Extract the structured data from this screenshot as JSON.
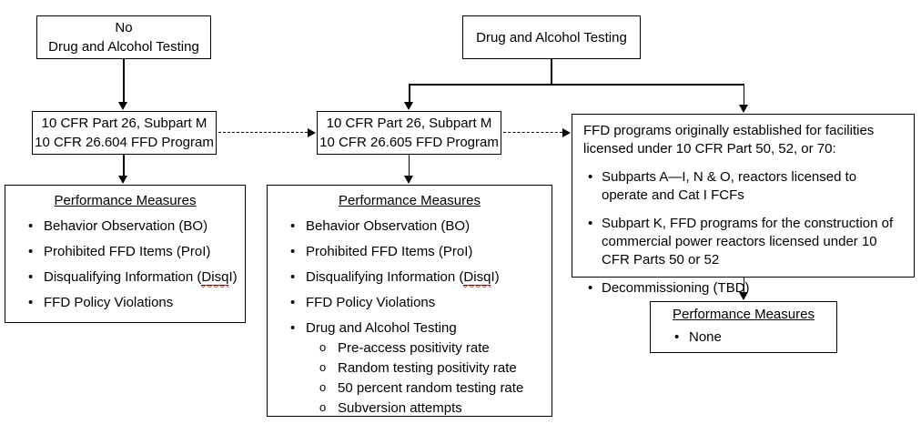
{
  "boxes": {
    "no_testing": {
      "line1": "No",
      "line2": "Drug and Alcohol Testing"
    },
    "testing": {
      "label": "Drug and Alcohol Testing"
    },
    "program_604": {
      "line1": "10 CFR Part 26, Subpart M",
      "line2": "10 CFR 26.604 FFD Program"
    },
    "program_605": {
      "line1": "10 CFR Part 26, Subpart M",
      "line2": "10 CFR 26.605 FFD Program"
    },
    "ffd_programs": {
      "intro": "FFD programs originally established for facilities licensed under 10 CFR Part 50, 52, or 70:",
      "bullets": [
        "Subparts A—I, N & O, reactors licensed to operate and Cat I FCFs",
        "Subpart K, FFD programs for the construction of commercial power reactors licensed under 10 CFR Parts 50 or 52",
        "Decommissioning (TBD)"
      ]
    },
    "perf_left": {
      "title": "Performance Measures",
      "bullets": [
        "Behavior Observation (BO)",
        "Prohibited FFD Items (ProI)",
        {
          "pre": "Disqualifying Information (",
          "misspelled": "Disq",
          "post": "I)"
        },
        "FFD Policy Violations"
      ]
    },
    "perf_mid": {
      "title": "Performance Measures",
      "bullets": [
        "Behavior Observation (BO)",
        "Prohibited FFD Items (ProI)",
        {
          "pre": "Disqualifying Information (",
          "misspelled": "Disq",
          "post": "I)"
        },
        "FFD Policy Violations",
        {
          "text": "Drug and Alcohol Testing",
          "sub": [
            "Pre-access positivity rate",
            "Random testing positivity rate",
            "50 percent random testing rate",
            "Subversion attempts"
          ]
        }
      ]
    },
    "perf_right": {
      "title": "Performance Measures",
      "bullets": [
        "None"
      ]
    }
  },
  "colors": {
    "line": "#000000",
    "background": "#ffffff",
    "spellcheck_underline": "#d04a38"
  }
}
